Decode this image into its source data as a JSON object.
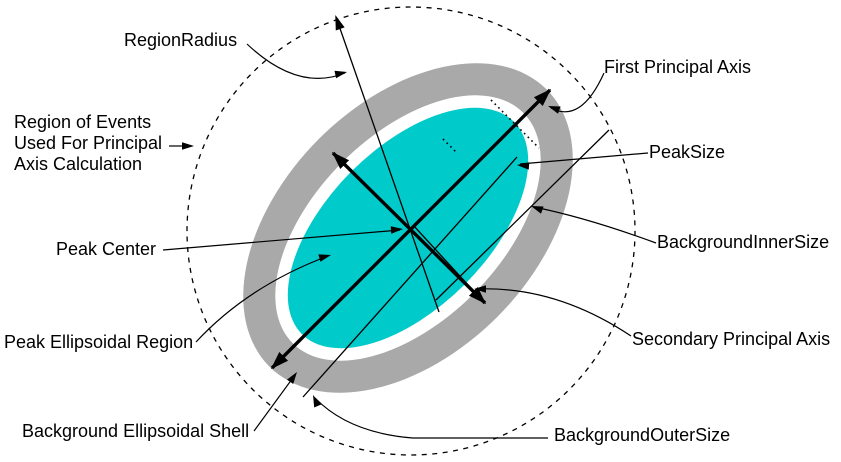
{
  "diagram": {
    "title_hint": "Ellipsoidal peak integration regions diagram",
    "labels": {
      "region_radius": "RegionRadius",
      "events_region_line1": "Region of Events",
      "events_region_line2": "Used For Principal",
      "events_region_line3": "Axis Calculation",
      "first_principal_axis": "First Principal Axis",
      "peak_size": "PeakSize",
      "background_inner_size": "BackgroundInnerSize",
      "secondary_principal_axis": "Secondary Principal Axis",
      "background_outer_size": "BackgroundOuterSize",
      "background_ellipsoidal_shell": "Background Ellipsoidal Shell",
      "peak_ellipsoidal_region": "Peak Ellipsoidal Region",
      "peak_center": "Peak Center"
    },
    "colors": {
      "peak_fill": "#00CACA",
      "shell_fill": "#A9A9A9",
      "gap_fill": "#FFFFFF",
      "line": "#000000",
      "background": "#FFFFFF"
    }
  }
}
